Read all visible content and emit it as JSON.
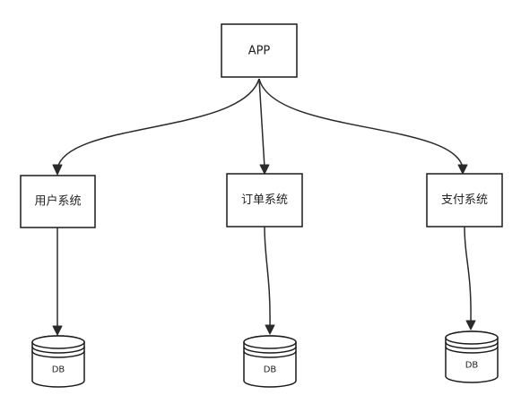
{
  "nodes": {
    "app": {
      "label": "APP"
    },
    "systems": [
      {
        "label": "用户系统",
        "db_label": "DB"
      },
      {
        "label": "订单系统",
        "db_label": "DB"
      },
      {
        "label": "支付系统",
        "db_label": "DB"
      }
    ]
  },
  "colors": {
    "stroke": "#1a1a1a",
    "edge": "#2a2a2a",
    "background": "#ffffff"
  }
}
